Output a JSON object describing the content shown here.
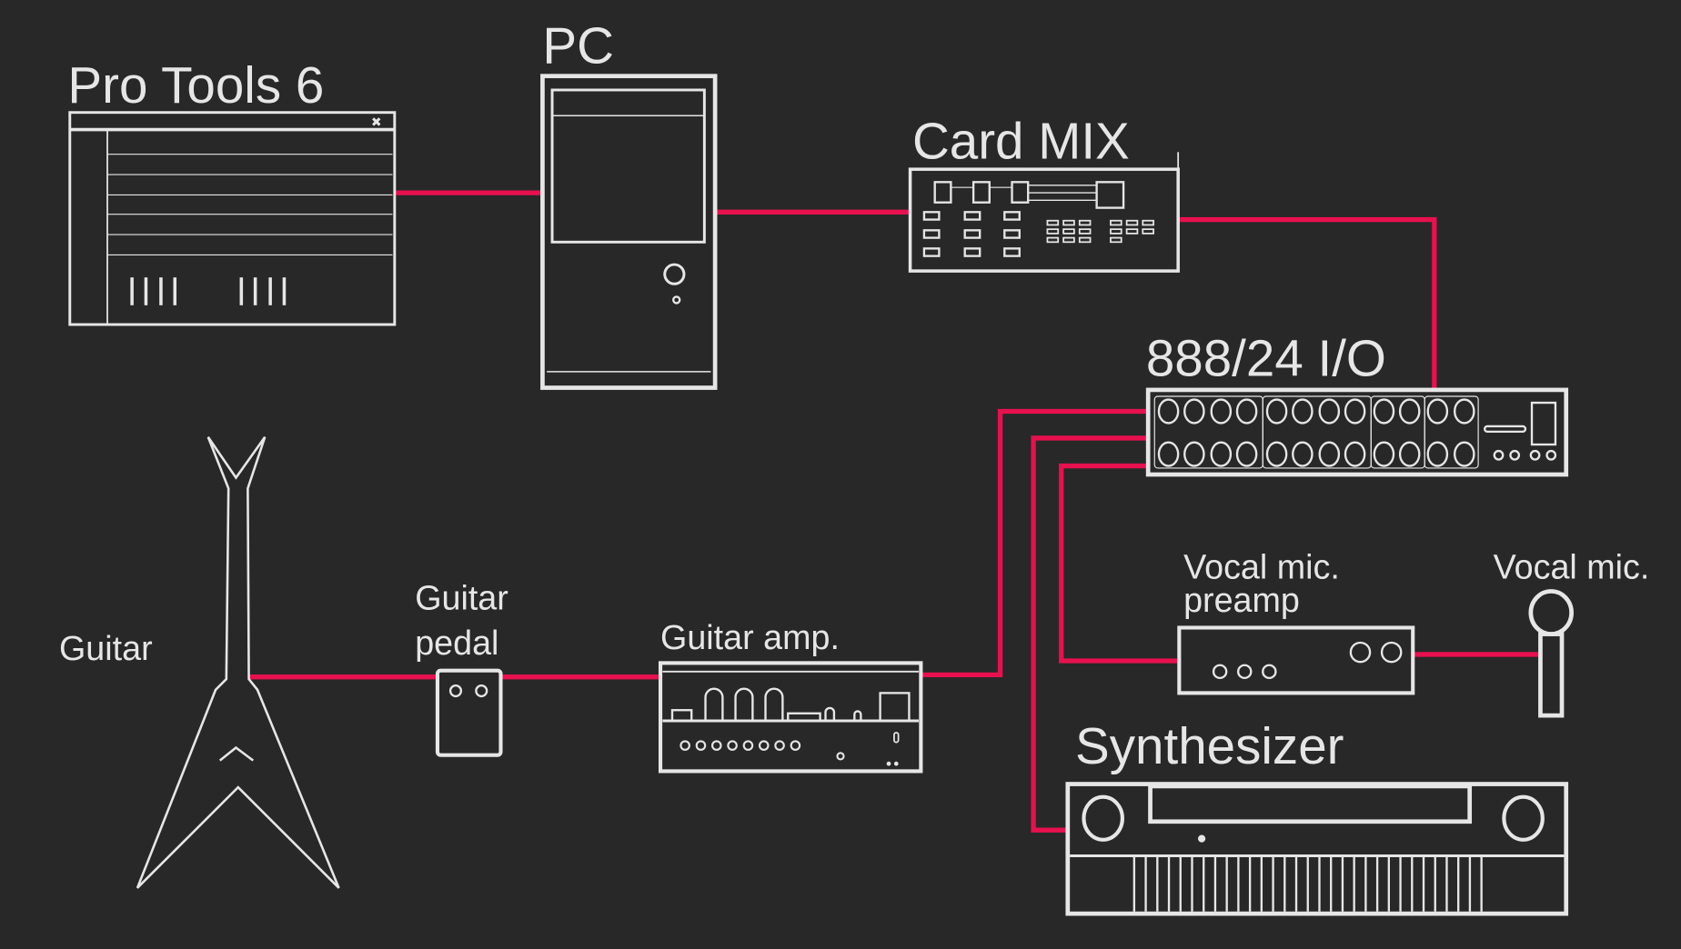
{
  "diagram": {
    "title": "Studio recording setup",
    "background_color": "#282828",
    "line_color": "#e6e6e6",
    "cable_color": "#e8104f",
    "devices": {
      "protools": {
        "label": "Pro Tools 6",
        "close_glyph": "✖"
      },
      "pc": {
        "label": "PC"
      },
      "cardmix": {
        "label": "Card MIX"
      },
      "io": {
        "label": "888/24 I/O"
      },
      "guitar": {
        "label": "Guitar"
      },
      "pedal": {
        "label_line1": "Guitar",
        "label_line2": "pedal"
      },
      "amp": {
        "label": "Guitar amp."
      },
      "preamp": {
        "label_line1": "Vocal mic.",
        "label_line2": "preamp"
      },
      "mic": {
        "label": "Vocal mic."
      },
      "synth": {
        "label": "Synthesizer"
      }
    },
    "connections": [
      {
        "from": "Pro Tools 6",
        "to": "PC"
      },
      {
        "from": "PC",
        "to": "Card MIX"
      },
      {
        "from": "Card MIX",
        "to": "888/24 I/O"
      },
      {
        "from": "Guitar",
        "to": "Guitar pedal"
      },
      {
        "from": "Guitar pedal",
        "to": "Guitar amp."
      },
      {
        "from": "Guitar amp.",
        "to": "888/24 I/O"
      },
      {
        "from": "Synthesizer",
        "to": "888/24 I/O"
      },
      {
        "from": "Vocal mic. preamp",
        "to": "888/24 I/O"
      },
      {
        "from": "Vocal mic.",
        "to": "Vocal mic. preamp"
      }
    ]
  }
}
